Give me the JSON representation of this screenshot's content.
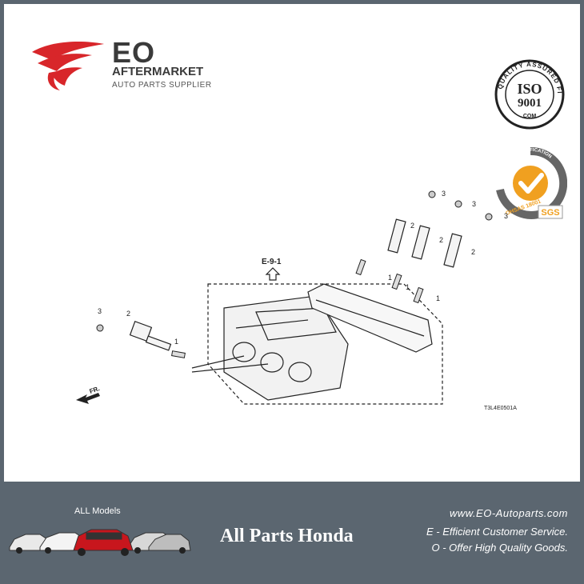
{
  "brand": {
    "name": "EO",
    "line1": "AFTERMARKET",
    "line2": "AUTO PARTS SUPPLIER",
    "accent": "#d8262a"
  },
  "certs": {
    "iso": {
      "ring": "QUALITY ASSURED FIRM",
      "main": "ISO",
      "num": "9001",
      "sub": "CQM"
    },
    "sgs": {
      "top": "SYSTEM CERTIFICATION",
      "left": "OHSAS 18001",
      "mark": "SGS"
    }
  },
  "diagram": {
    "ref_label": "E-9-1",
    "direction": "FR.",
    "part_code": "T3L4E0501A",
    "callouts": [
      "1",
      "1",
      "1",
      "1",
      "2",
      "2",
      "2",
      "2",
      "3",
      "3",
      "3",
      "3"
    ]
  },
  "footer": {
    "models_label": "ALL Models",
    "title": "All Parts Honda",
    "website": "www.EO-Autoparts.com",
    "slogan1": "E - Efficient Customer Service.",
    "slogan2": "O - Offer High Quality Goods."
  }
}
